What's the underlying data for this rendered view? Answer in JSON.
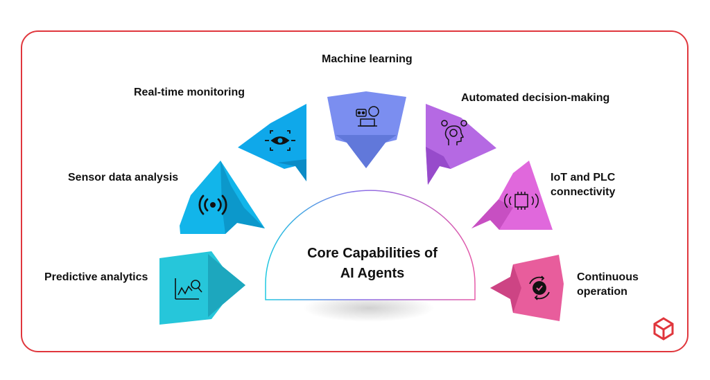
{
  "center": {
    "title_line1": "Core Capabilities of",
    "title_line2": "AI Agents"
  },
  "capabilities": [
    {
      "label": "Predictive analytics",
      "icon": "chart-magnifier-icon",
      "color": "#26c6da"
    },
    {
      "label": "Sensor data analysis",
      "icon": "signal-broadcast-icon",
      "color": "#12b5ea"
    },
    {
      "label": "Real-time monitoring",
      "icon": "eye-focus-icon",
      "color": "#0fa8ea"
    },
    {
      "label": "Machine learning",
      "icon": "robot-gear-icon",
      "color": "#7b8ef0"
    },
    {
      "label": "Automated decision-making",
      "icon": "head-question-icon",
      "color": "#b569e3"
    },
    {
      "label_line1": "IoT and PLC",
      "label_line2": "connectivity",
      "icon": "iot-chip-icon",
      "color": "#e068dc"
    },
    {
      "label_line1": "Continuous",
      "label_line2": "operation",
      "icon": "gear-check-icon",
      "color": "#e85d9c"
    }
  ],
  "frame_color": "#e0363c",
  "brand_logo": "cube-logo-icon"
}
